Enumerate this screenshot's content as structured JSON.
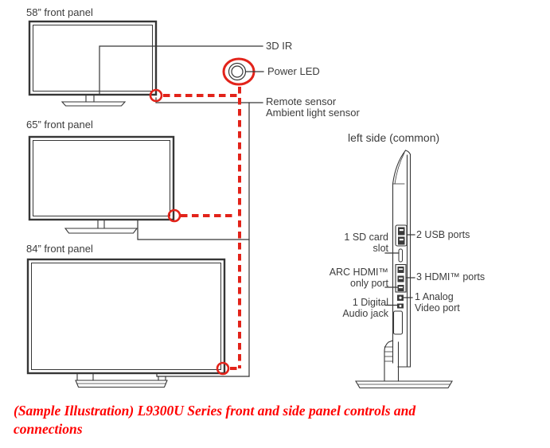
{
  "panels": {
    "fp58": {
      "label": "58” front panel"
    },
    "fp65": {
      "label": "65” front panel"
    },
    "fp84": {
      "label": "84” front panel"
    }
  },
  "front_callouts": {
    "ir3d": "3D IR",
    "power_led": "Power LED",
    "remote_sensor": "Remote sensor",
    "ambient_sensor": "Ambient light sensor"
  },
  "side_panel": {
    "heading": "left side (common)",
    "sd_line1": "1 SD card",
    "sd_line2": "slot",
    "usb_label": "2 USB ports",
    "arc_line1": "ARC HDMI™",
    "arc_line2": "only port",
    "hdmi_label": "3 HDMI™ ports",
    "analog_line1": "1 Analog",
    "analog_line2": "Video port",
    "digital_line1": "1 Digital",
    "digital_line2": "Audio jack"
  },
  "caption": {
    "line1": "(Sample Illustration) L9300U Series front and side panel controls and",
    "line2": "connections"
  },
  "icons": {
    "power_led_icon": "concentric-circles",
    "sensor_marker_icon": "red-circle-highlight"
  },
  "colors": {
    "accent_red": "#e2231a",
    "caption_red": "#ff0000",
    "line_art": "#363636"
  }
}
